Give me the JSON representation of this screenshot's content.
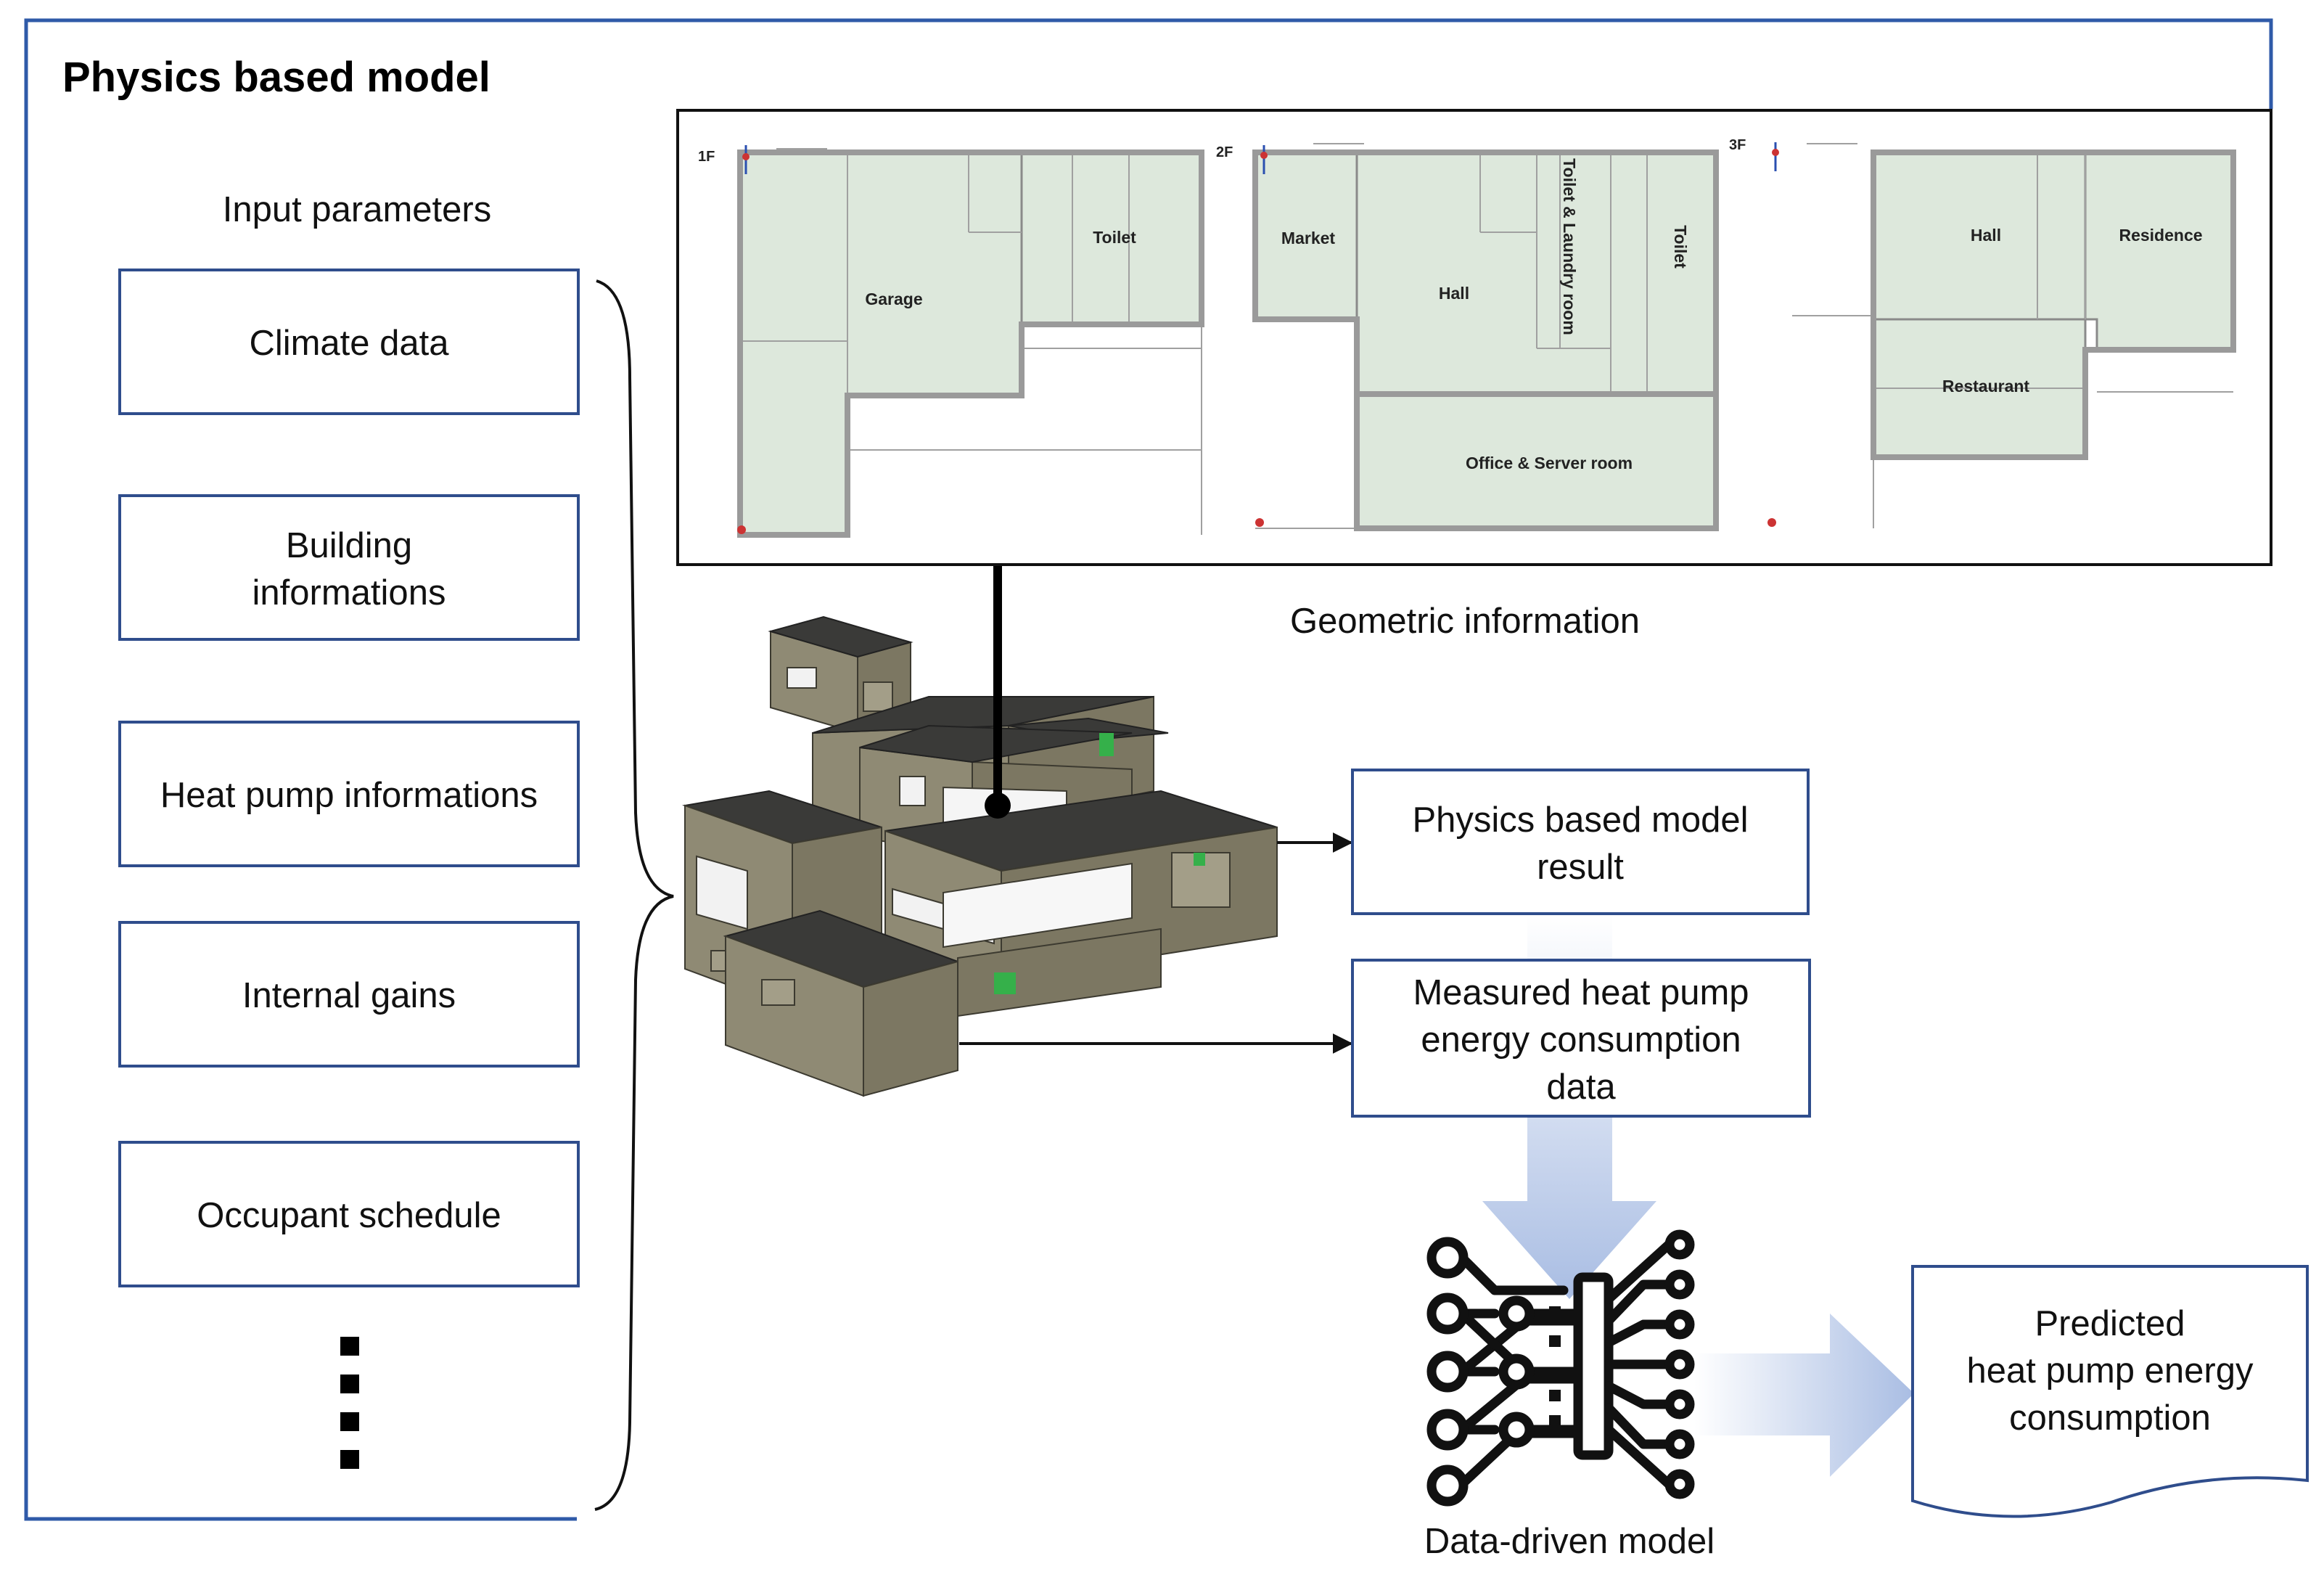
{
  "title": "Physics based model",
  "input_parameters_label": "Input parameters",
  "inputs": [
    {
      "label_lines": [
        "Climate data"
      ]
    },
    {
      "label_lines": [
        "Building",
        "informations"
      ]
    },
    {
      "label_lines": [
        "Heat pump informations"
      ]
    },
    {
      "label_lines": [
        "Internal gains"
      ]
    },
    {
      "label_lines": [
        "Occupant schedule"
      ]
    }
  ],
  "floor_plans": {
    "floor_labels": [
      "1F",
      "2F",
      "3F"
    ],
    "floor1_rooms": [
      "Garage",
      "Toilet"
    ],
    "floor2_rooms": [
      "Market",
      "Hall",
      "Toilet & Laundry room",
      "Toilet",
      "Office & Server room"
    ],
    "floor3_rooms": [
      "Hall",
      "Residence",
      "Restaurant"
    ]
  },
  "geometric_label": "Geometric information",
  "physics_result_lines": [
    "Physics based model",
    "result"
  ],
  "measured_lines": [
    "Measured heat pump",
    "energy consumption",
    "data"
  ],
  "data_driven_label": "Data-driven model",
  "predicted_lines": [
    "Predicted",
    "heat pump energy",
    "consumption"
  ],
  "colors": {
    "box_border": "#2f4d8c",
    "room_fill": "#dde8dc",
    "arrow_gradient": "#b8c8e6"
  }
}
